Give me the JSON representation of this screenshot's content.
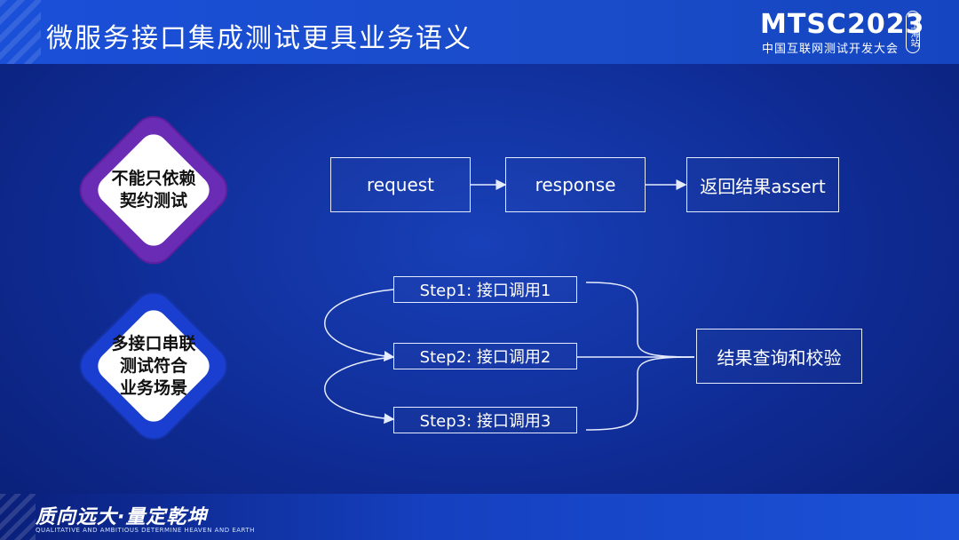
{
  "header": {
    "title": "微服务接口集成测试更具业务语义",
    "brand_name": "MTSC2023",
    "brand_sub": "中国互联网测试开发大会",
    "brand_city": "上海站"
  },
  "diamonds": [
    {
      "lines": [
        "不能只依赖",
        "契约测试"
      ],
      "color": "#6a2bb5"
    },
    {
      "lines": [
        "多接口串联",
        "测试符合",
        "业务场景"
      ],
      "color": "#1a3fd0"
    }
  ],
  "flow": {
    "items": [
      "request",
      "response",
      "返回结果assert"
    ]
  },
  "steps": {
    "items": [
      "Step1: 接口调用1",
      "Step2: 接口调用2",
      "Step3: 接口调用3"
    ],
    "result": "结果查询和校验"
  },
  "footer": {
    "slogan": "质向远大·量定乾坤",
    "slogan_en": "QUALITATIVE AND AMBITIOUS DETERMINE HEAVEN AND EARTH"
  }
}
